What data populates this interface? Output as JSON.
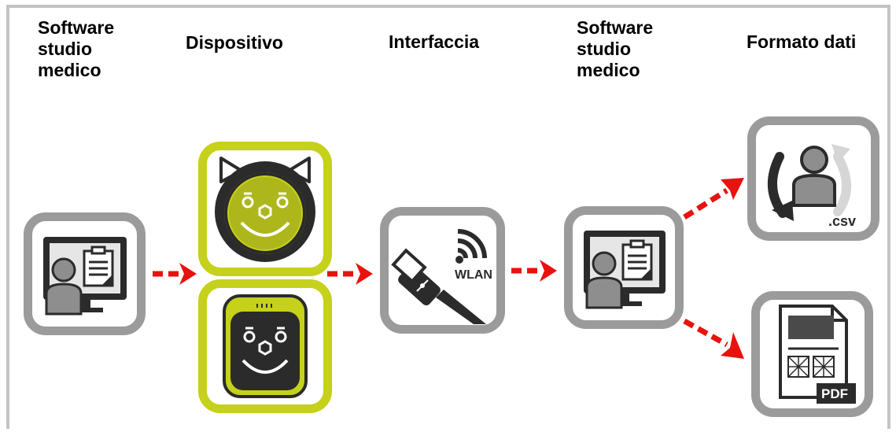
{
  "headers": {
    "col1": "Software\nstudio\nmedico",
    "col2": "Dispositivo",
    "col3": "Interfaccia",
    "col4": "Software\nstudio\nmedico",
    "col5": "Formato dati"
  },
  "icon_labels": {
    "wlan": "WLAN",
    "csv": ".csv",
    "pdf": "PDF"
  },
  "colors": {
    "frame": "#c4c4c4",
    "tile_border": "#9b9b9b",
    "device_border": "#c5d11a",
    "arrow": "#e8120e"
  }
}
